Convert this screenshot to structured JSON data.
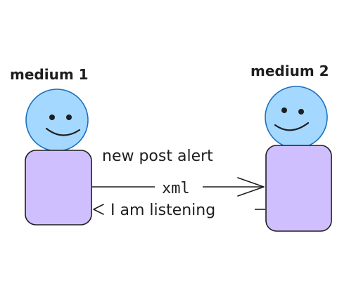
{
  "nodes": {
    "left": {
      "label": "medium 1"
    },
    "right": {
      "label": "medium 2"
    }
  },
  "edges": {
    "top": {
      "label": "new post alert"
    },
    "middle": {
      "label": "xml"
    },
    "bottom": {
      "label": "I am listening"
    }
  },
  "colors": {
    "head_fill": "#a5d8ff",
    "head_stroke": "#1971c2",
    "body_fill": "#d0bfff",
    "stroke": "#1e1e1e"
  }
}
